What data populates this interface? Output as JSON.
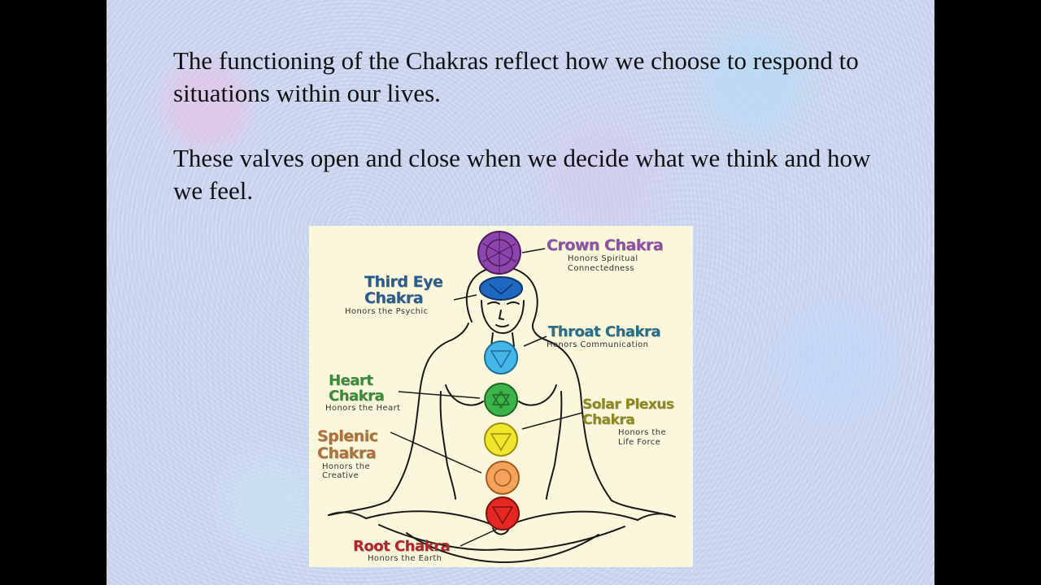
{
  "slide": {
    "paragraphs": [
      "The functioning of the Chakras reflect how we choose to respond to situations within our lives.",
      "These valves open and close when we decide what we think and how we feel."
    ]
  },
  "figure": {
    "crown": {
      "name": "Crown Chakra",
      "desc_line1": "Honors Spiritual",
      "desc_line2": "Connectedness",
      "color": "#8e4fa5"
    },
    "third_eye": {
      "name_line1": "Third Eye",
      "name_line2": "Chakra",
      "desc": "Honors the Psychic",
      "color": "#2a5d8f"
    },
    "throat": {
      "name": "Throat Chakra",
      "desc": "Honors Communication",
      "color": "#2a6f8a"
    },
    "heart": {
      "name_line1": "Heart",
      "name_line2": "Chakra",
      "desc": "Honors the Heart",
      "color": "#3d8a3a"
    },
    "solar_plexus": {
      "name_line1": "Solar Plexus",
      "name_line2": "Chakra",
      "desc_line1": "Honors the",
      "desc_line2": "Life Force",
      "color": "#8f8a1e"
    },
    "splenic": {
      "name_line1": "Splenic",
      "name_line2": "Chakra",
      "desc_line1": "Honors the",
      "desc_line2": "Creative",
      "color": "#b0703a"
    },
    "root": {
      "name": "Root Chakra",
      "desc": "Honors the Earth",
      "color": "#b3262a"
    }
  }
}
